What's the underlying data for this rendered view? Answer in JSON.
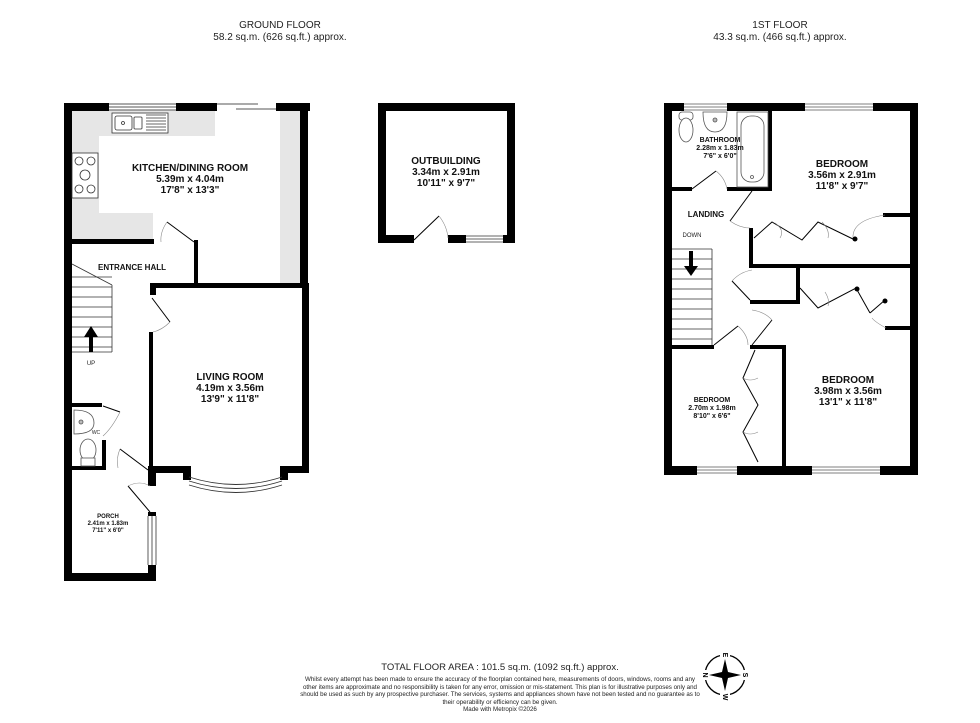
{
  "ground_floor": {
    "title": "GROUND FLOOR",
    "area": "58.2 sq.m. (626 sq.ft.) approx.",
    "rooms": {
      "kitchen": {
        "name": "KITCHEN/DINING ROOM",
        "metric": "5.39m  x 4.04m",
        "imperial": "17'8\"  x 13'3\""
      },
      "entrance_hall": {
        "name": "ENTRANCE HALL"
      },
      "living_room": {
        "name": "LIVING ROOM",
        "metric": "4.19m  x 3.56m",
        "imperial": "13'9\"  x 11'8\""
      },
      "wc": {
        "name": "WC"
      },
      "porch": {
        "name": "PORCH",
        "metric": "2.41m  x 1.83m",
        "imperial": "7'11\"  x 6'0\""
      }
    },
    "stairs_label": "UP"
  },
  "outbuilding": {
    "name": "OUTBUILDING",
    "metric": "3.34m  x 2.91m",
    "imperial": "10'11\"  x 9'7\""
  },
  "first_floor": {
    "title": "1ST FLOOR",
    "area": "43.3 sq.m. (466 sq.ft.) approx.",
    "rooms": {
      "bathroom": {
        "name": "BATHROOM",
        "metric": "2.28m  x 1.83m",
        "imperial": "7'6\"  x 6'0\""
      },
      "bedroom_1": {
        "name": "BEDROOM",
        "metric": "3.56m  x 2.91m",
        "imperial": "11'8\"  x 9'7\""
      },
      "landing": {
        "name": "LANDING"
      },
      "bedroom_2": {
        "name": "BEDROOM",
        "metric": "3.98m  x 3.56m",
        "imperial": "13'1\"  x 11'8\""
      },
      "bedroom_3": {
        "name": "BEDROOM",
        "metric": "2.70m  x 1.98m",
        "imperial": "8'10\"  x 6'6\""
      }
    },
    "stairs_label": "DOWN"
  },
  "footer": {
    "total_area": "TOTAL FLOOR AREA : 101.5 sq.m. (1092 sq.ft.) approx.",
    "disclaimer": "Whilst every attempt has been made to ensure the accuracy of the floorplan contained here, measurements of doors, windows, rooms and any other items are approximate and no responsibility is taken for any error, omission or mis-statement. This plan is for illustrative purposes only and should be used as such by any prospective purchaser. The services, systems and appliances shown have not been tested and no guarantee as to their operability or efficiency can be given.",
    "credit": "Made with Metropix ©2026"
  },
  "compass": {
    "n": "N",
    "e": "E",
    "s": "S",
    "w": "W"
  },
  "colors": {
    "wall": "#000000",
    "counter": "#e6e6e6",
    "background": "#ffffff"
  }
}
